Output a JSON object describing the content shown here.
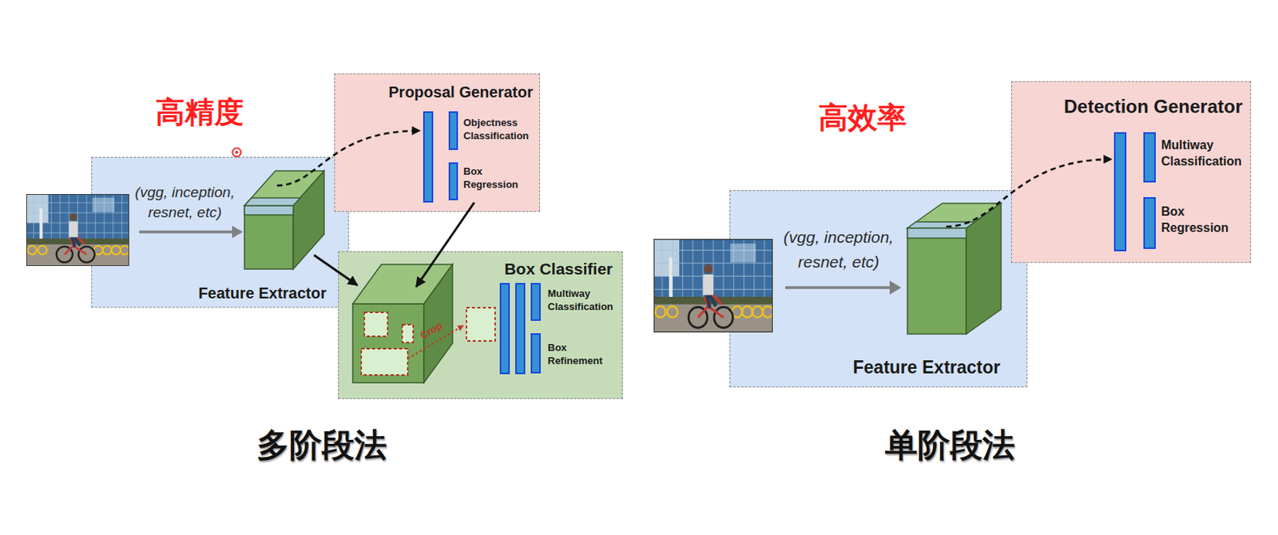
{
  "diagram": {
    "nodes": [
      {
        "text": [
          "(vgg, inception, resnet, etc)",
          "Feature Extractor"
        ]
      },
      {
        "text": [
          "Proposal Generator",
          "Objectness Classification",
          "Box Regression"
        ]
      },
      {
        "text": [
          "Box Classifier",
          "Multiway Classification",
          "Box Refinement"
        ]
      },
      {
        "text": [
          "(vgg, inception, resnet, etc)",
          "Feature Extractor"
        ]
      },
      {
        "text": [
          "Detection Generator",
          "Multiway Classification",
          "Box Regression"
        ]
      }
    ],
    "edges": [
      {
        "from": 0,
        "to": 1,
        "arrow": "to"
      },
      {
        "from": 1,
        "to": 2,
        "arrow": "to"
      },
      {
        "from": 0,
        "to": 2,
        "arrow": "to"
      },
      {
        "from": 3,
        "to": 4,
        "arrow": "to"
      }
    ],
    "labels": [
      "高精度",
      "Crop",
      "多阶段法",
      "高效率",
      "单阶段法"
    ]
  }
}
